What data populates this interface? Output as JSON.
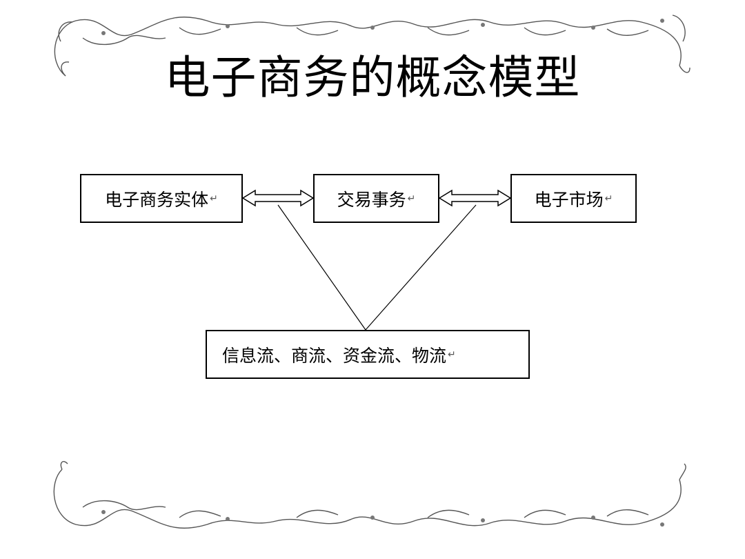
{
  "title": "电子商务的概念模型",
  "nodes": {
    "entity": "电子商务实体",
    "transaction": "交易事务",
    "market": "电子市场",
    "flows": "信息流、商流、资金流、物流"
  },
  "return_mark": "↵",
  "edges": [
    {
      "from": "entity",
      "to": "transaction",
      "style": "double-arrow"
    },
    {
      "from": "transaction",
      "to": "market",
      "style": "double-arrow"
    },
    {
      "from": "entity-transaction-link",
      "to": "flows",
      "style": "line"
    },
    {
      "from": "transaction-market-link",
      "to": "flows",
      "style": "line"
    }
  ]
}
